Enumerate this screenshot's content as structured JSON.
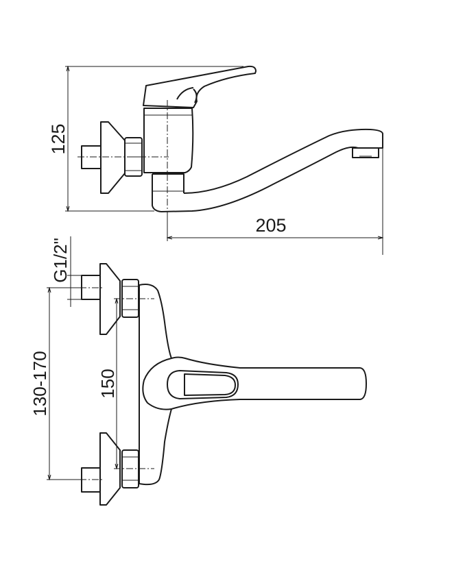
{
  "drawing": {
    "title": "Wall-mounted single-lever mixer technical drawing",
    "dimensions": {
      "height": "125",
      "spout_reach": "205",
      "thread": "G1/2\"",
      "inlet_spacing_range": "130-170",
      "inlet_centers": "150"
    },
    "line_color": "#1a1a1a",
    "background": "#ffffff"
  }
}
